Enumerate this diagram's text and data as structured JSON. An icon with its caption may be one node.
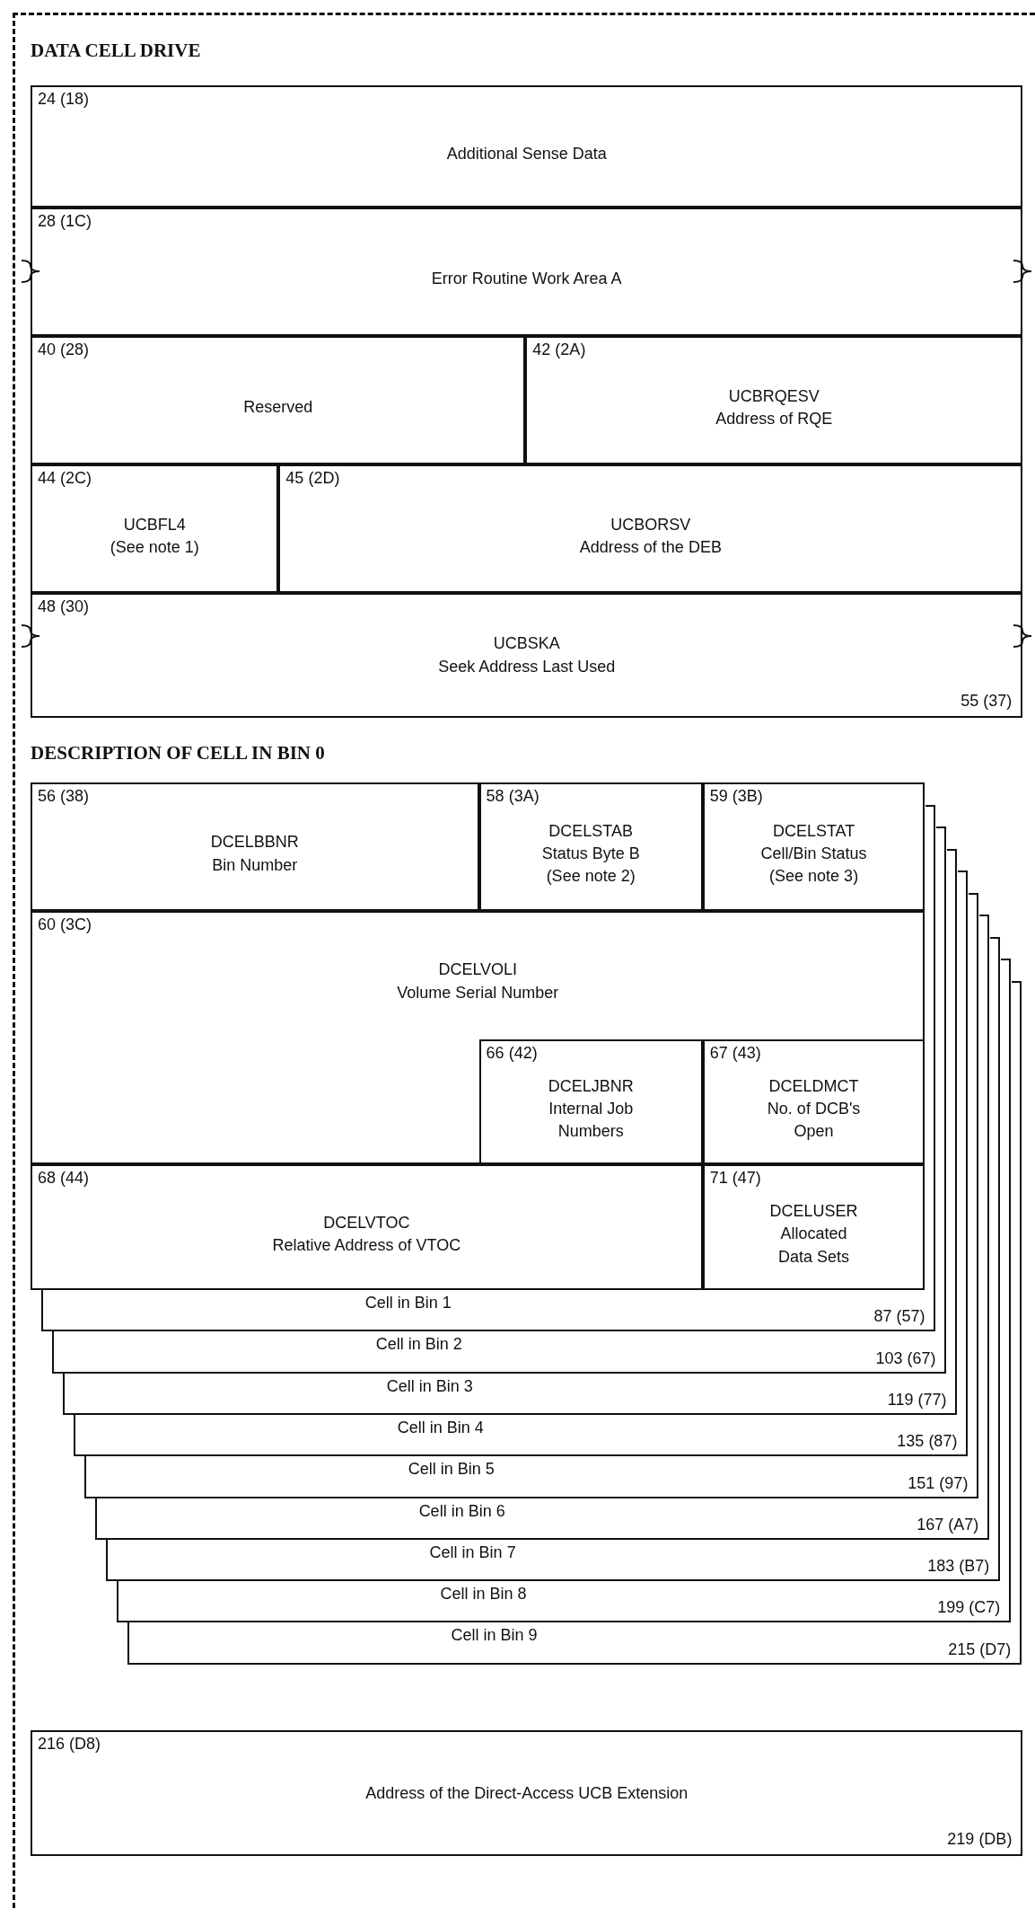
{
  "diagram": {
    "title": "DATA CELL DRIVE",
    "nodes": [
      {
        "text": [
          "24 (18)",
          "Additional Sense Data"
        ]
      },
      {
        "text": [
          "28 (1C)",
          "Error Routine Work Area A"
        ]
      },
      {
        "text": [
          "40 (28)",
          "Reserved"
        ]
      },
      {
        "text": [
          "42 (2A)",
          "UCBRQESV",
          "Address of RQE"
        ]
      },
      {
        "text": [
          "44 (2C)",
          "UCBFL4",
          "(See note 1)"
        ]
      },
      {
        "text": [
          "45 (2D)",
          "UCBORSV",
          "Address of the DEB"
        ]
      },
      {
        "text": [
          "48 (30)",
          "UCBSKA",
          "Seek Address Last Used",
          "55 (37)"
        ]
      },
      {
        "text": [
          "56 (38)",
          "DCELBBNR",
          "Bin Number"
        ]
      },
      {
        "text": [
          "58 (3A)",
          "DCELSTAB",
          "Status Byte B",
          "(See note 2)"
        ]
      },
      {
        "text": [
          "59 (3B)",
          "DCELSTAT",
          "Cell/Bin Status",
          "(See note 3)"
        ]
      },
      {
        "text": [
          "60 (3C)",
          "DCELVOLI",
          "Volume Serial Number"
        ]
      },
      {
        "text": [
          "66 (42)",
          "DCELJBNR",
          "Internal Job Numbers"
        ],
        "in": 10
      },
      {
        "text": [
          "67 (43)",
          "DCELDMCT",
          "No. of DCB's Open"
        ],
        "in": 10
      },
      {
        "text": [
          "68 (44)",
          "DCELVTOC",
          "Relative Address of VTOC"
        ]
      },
      {
        "text": [
          "71 (47)",
          "DCELUSER",
          "Allocated Data Sets"
        ]
      },
      {
        "text": [
          "Cell in Bin 1",
          "87 (57)"
        ]
      },
      {
        "text": [
          "Cell in Bin 2",
          "103 (67)"
        ]
      },
      {
        "text": [
          "Cell in Bin 3",
          "119 (77)"
        ]
      },
      {
        "text": [
          "Cell in Bin 4",
          "135 (87)"
        ]
      },
      {
        "text": [
          "Cell in Bin 5",
          "151 (97)"
        ]
      },
      {
        "text": [
          "Cell in Bin 6",
          "167 (A7)"
        ]
      },
      {
        "text": [
          "Cell in Bin 7",
          "183 (B7)"
        ]
      },
      {
        "text": [
          "Cell in Bin 8",
          "199 (C7)"
        ]
      },
      {
        "text": [
          "Cell in Bin 9",
          "215 (D7)"
        ]
      },
      {
        "text": [
          "216 (D8)",
          "Address of the Direct-Access UCB Extension",
          "219 (DB)"
        ]
      }
    ],
    "edges": [],
    "labels": [
      "DESCRIPTION OF CELL IN BIN 0"
    ]
  }
}
